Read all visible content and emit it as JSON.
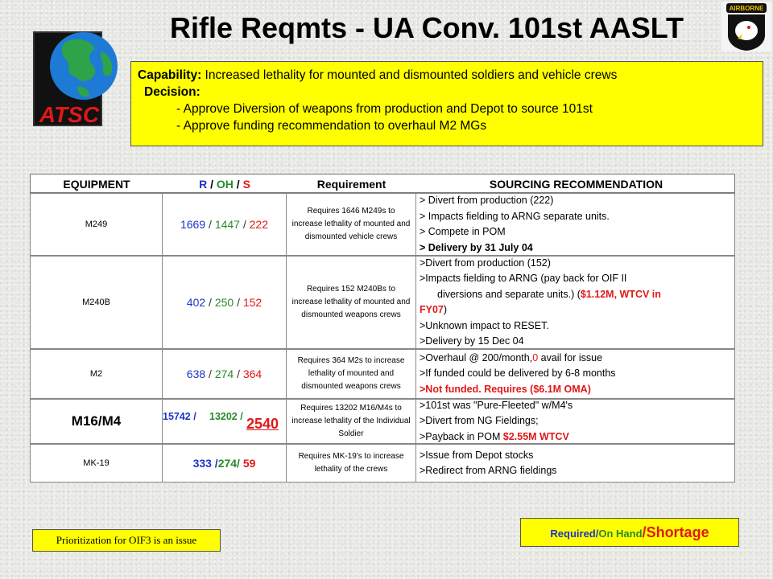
{
  "title": "Rifle Reqmts - UA Conv. 101st AASLT",
  "logos": {
    "atsc_text": "ATSC",
    "airborne_text": "AIRBORNE"
  },
  "capability": {
    "label": "Capability:",
    "text": " Increased lethality for mounted and dismounted soldiers and vehicle crews",
    "decision_label": "Decision:",
    "items": [
      "- Approve Diversion of weapons from production and Depot to source 101st",
      "- Approve funding recommendation to overhaul M2 MGs"
    ]
  },
  "table": {
    "headers": {
      "equipment": "EQUIPMENT",
      "r": "R",
      "oh": "OH",
      "s": "S",
      "sep": " / ",
      "requirement": "Requirement",
      "sourcing": "SOURCING RECOMMENDATION"
    },
    "rows": [
      {
        "equipment": "M249",
        "r": "1669",
        "oh": "1447",
        "s": "222",
        "requirement": "Requires 1646 M249s to increase lethality of mounted and dismounted vehicle crews",
        "sourcing": [
          " > Divert from production (222)",
          " > Impacts fielding to ARNG separate units.",
          " > Compete in POM",
          " > Delivery by 31 July 04"
        ]
      },
      {
        "equipment": "M240B",
        "r": "402",
        "oh": "250",
        "s": "152",
        "requirement": "Requires 152 M240Bs to increase lethality of mounted and dismounted weapons crews",
        "sourcing": {
          "l1": ">Divert from production (152)",
          "l2": ">Impacts fielding to ARNG (pay back for OIF II",
          "l3a": "diversions and separate units.) (",
          "l3b": "$1.12M, WTCV in",
          "l4a": "FY07",
          "l4b": ")",
          "l5": ">Unknown impact to RESET.",
          "l6": ">Delivery by 15 Dec 04"
        }
      },
      {
        "equipment": "M2",
        "r": "638",
        "oh": "274",
        "s": "364",
        "requirement": "Requires 364 M2s to increase lethality of mounted and dismounted weapons crews",
        "sourcing": {
          "l1a": ">Overhaul @ 200/month,",
          "l1b": "0",
          "l1c": " avail for issue",
          "l2": ">If funded could be delivered by 6-8 months",
          "l3": ">Not funded.  Requires ($6.1M OMA)"
        }
      },
      {
        "equipment": "M16/M4",
        "r": "15742 /",
        "oh": "13202 /",
        "s": "2540",
        "requirement": "Requires 13202 M16/M4s to increase lethality of the Individual Soldier",
        "sourcing": {
          "l1": ">101st was \"Pure-Fleeted\" w/M4's",
          "l2": ">Divert from NG Fieldings;",
          "l3a": ">Payback in POM ",
          "l3b": "$2.55M WTCV"
        }
      },
      {
        "equipment": "MK-19",
        "r": "333 /",
        "oh": "274/",
        "s": "59",
        "requirement": "Requires MK-19's to increase lethality of the crews",
        "sourcing": [
          ">Issue from Depot stocks",
          ">Redirect from ARNG fieldings"
        ]
      }
    ]
  },
  "prioritization_note": "Prioritization  for OIF3 is an issue",
  "legend": {
    "required": "Required/",
    "on_hand": "On Hand",
    "slash": "/",
    "shortage": "Shortage"
  },
  "colors": {
    "required": "#1b36c8",
    "on_hand": "#2a8a2a",
    "shortage": "#e01818",
    "highlight_box": "#ffff00"
  }
}
